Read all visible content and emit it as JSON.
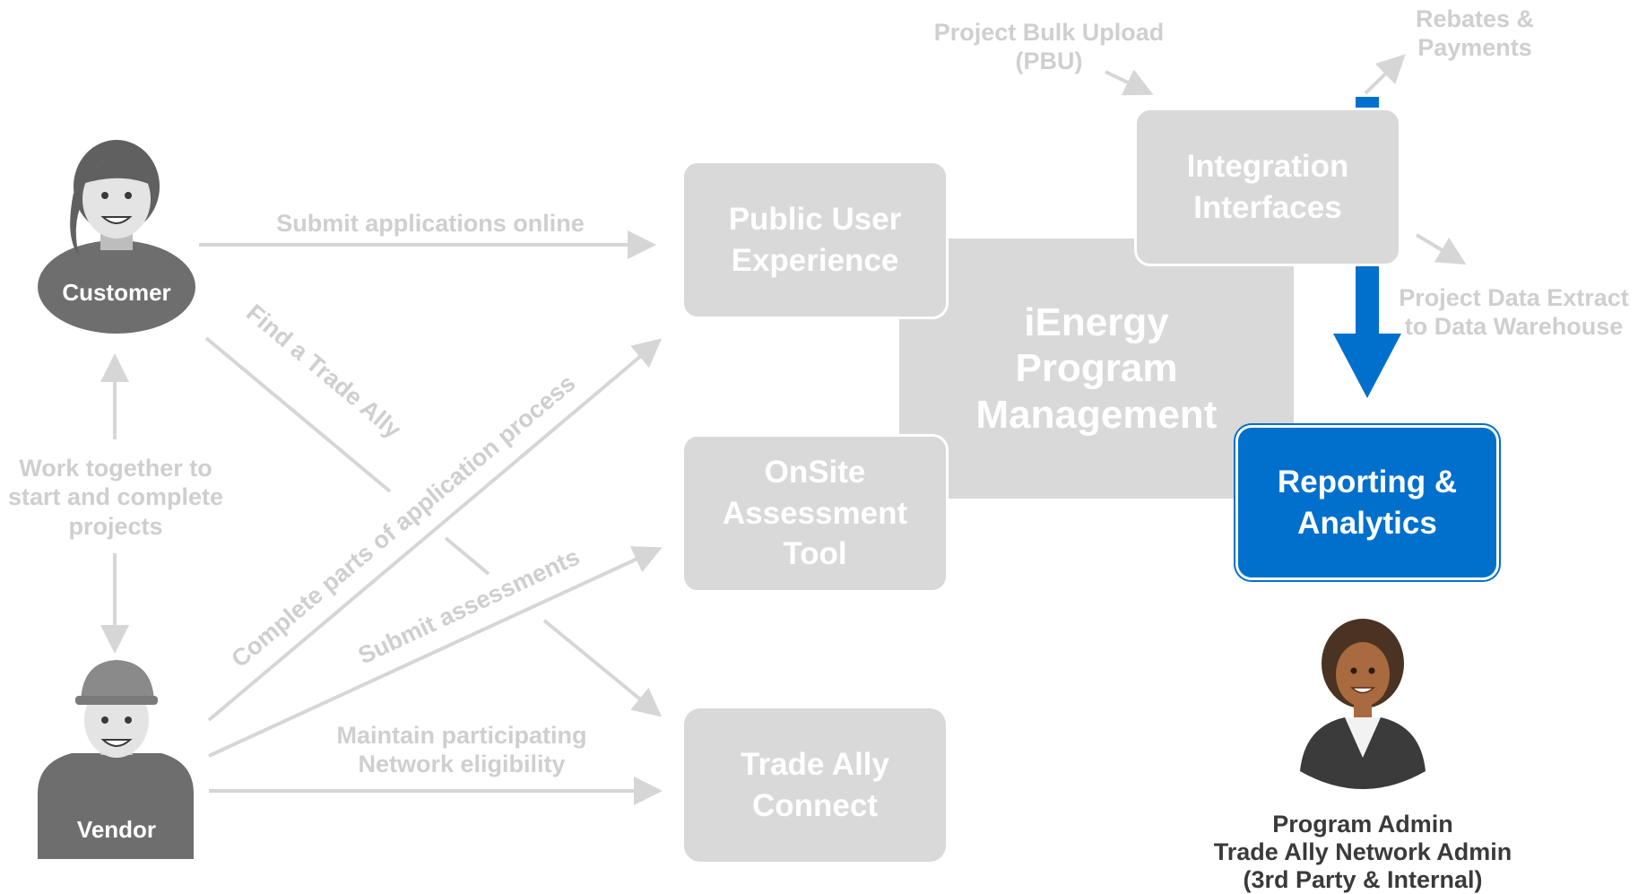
{
  "colors": {
    "node_gray": "#d9d9d9",
    "label_gray": "#cfcfcf",
    "accent_blue": "#0070cc",
    "persona_gray": "#6e6e6e",
    "admin_text": "#3a3a3a"
  },
  "personas": {
    "customer": {
      "name": "Customer"
    },
    "vendor": {
      "name": "Vendor"
    },
    "admin": {
      "name": "Program Admin\nTrade Ally Network Admin\n(3rd Party & Internal)"
    }
  },
  "nodes": {
    "public_user": "Public User\nExperience",
    "onsite": "OnSite\nAssessment\nTool",
    "trade_ally": "Trade Ally\nConnect",
    "ienergy": "iEnergy\nProgram\nManagement",
    "integration": "Integration\nInterfaces",
    "reporting": "Reporting &\nAnalytics"
  },
  "edge_labels": {
    "submit_online": "Submit applications online",
    "find_trade_ally": "Find a Trade Ally",
    "complete_parts": "Complete parts of application process",
    "submit_assessments": "Submit assessments",
    "maintain": "Maintain participating\nNetwork eligibility",
    "work_together": "Work together to\nstart and complete\nprojects",
    "pbu": "Project Bulk Upload\n(PBU)",
    "rebates": "Rebates &\nPayments",
    "data_extract": "Project Data Extract\nto Data Warehouse"
  }
}
